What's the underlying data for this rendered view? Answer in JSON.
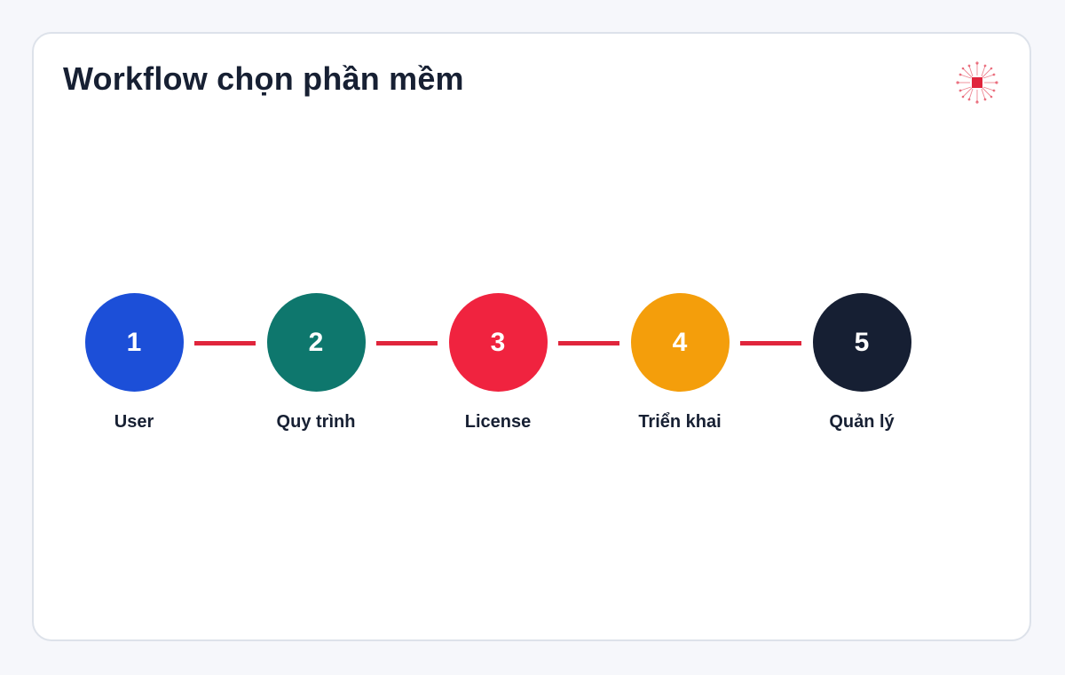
{
  "page": {
    "title": "Workflow chọn phần mềm",
    "logo_icon": "circuit-chip-icon",
    "accent_color": "#e0253c"
  },
  "steps": [
    {
      "number": "1",
      "label": "User",
      "color": "#1c4fd8"
    },
    {
      "number": "2",
      "label": "Quy trình",
      "color": "#0e776d"
    },
    {
      "number": "3",
      "label": "License",
      "color": "#f0233f"
    },
    {
      "number": "4",
      "label": "Triển khai",
      "color": "#f49e0b"
    },
    {
      "number": "5",
      "label": "Quản lý",
      "color": "#161f33"
    }
  ]
}
